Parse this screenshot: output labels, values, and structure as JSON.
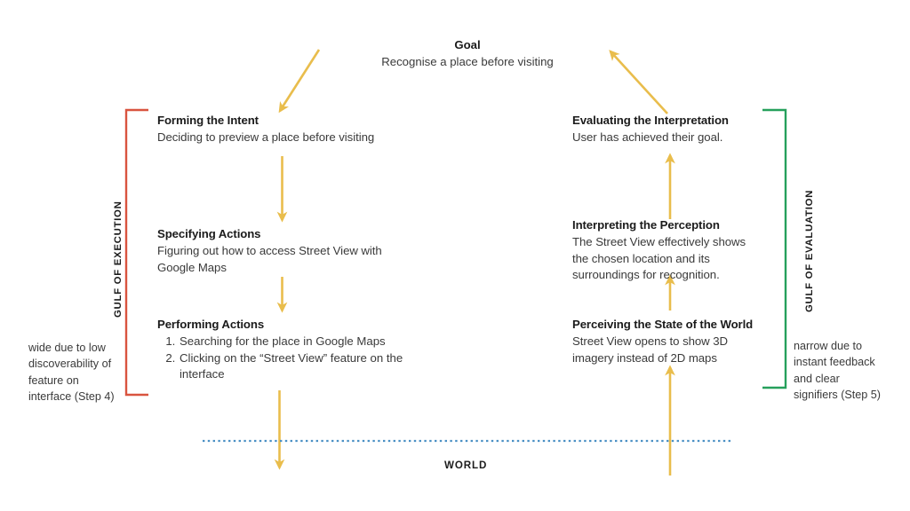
{
  "colors": {
    "arrow": "#E9BD4C",
    "execution_bracket": "#D9543F",
    "evaluation_bracket": "#26A05C",
    "world_line": "#4A90C4",
    "text": "#3a3a3a",
    "heading": "#1b1b1b"
  },
  "goal": {
    "title": "Goal",
    "subtitle": "Recognise a place before visiting"
  },
  "execution": {
    "gulf_label": "GULF OF EXECUTION",
    "note": "wide due to low discoverability of feature on interface (Step 4)",
    "stages": [
      {
        "title": "Forming the Intent",
        "body": "Deciding to preview a place before visiting"
      },
      {
        "title": "Specifying Actions",
        "body": "Figuring out how to access Street View with Google Maps"
      },
      {
        "title": "Performing Actions",
        "list": [
          "Searching for the place in Google Maps",
          "Clicking on the “Street View” feature on the interface"
        ]
      }
    ]
  },
  "evaluation": {
    "gulf_label": "GULF OF EVALUATION",
    "note": "narrow due to instant feedback and clear signifiers (Step 5)",
    "stages": [
      {
        "title": "Evaluating the Interpretation",
        "body": "User has achieved  their goal."
      },
      {
        "title": "Interpreting the Perception",
        "body": "The Street View effectively shows the chosen location and its surroundings for recognition."
      },
      {
        "title": "Perceiving the State of the World",
        "body": "Street View opens to show 3D imagery instead of 2D maps"
      }
    ]
  },
  "world": {
    "label": "WORLD"
  }
}
